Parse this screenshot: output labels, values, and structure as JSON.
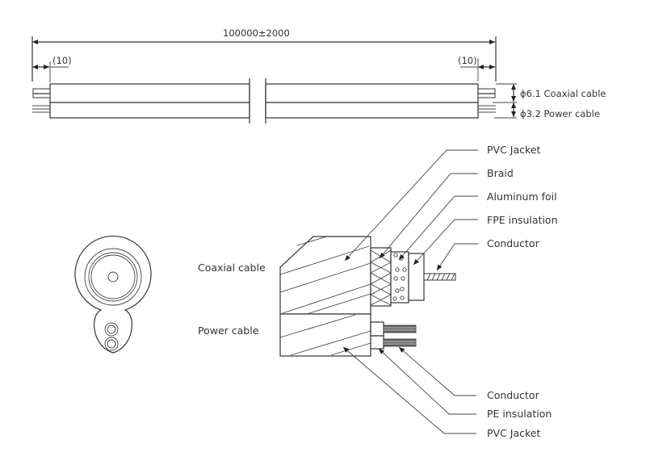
{
  "dimensions": {
    "total_length": "100000±2000",
    "left_strip": "(10)",
    "right_strip": "(10)",
    "coaxial_diameter": "ϕ6.1 Coaxial cable",
    "power_diameter": "ϕ3.2 Power cable"
  },
  "cross_section": {
    "coaxial_label": "Coaxial cable",
    "power_label": "Power cable"
  },
  "callouts_top": [
    {
      "label": "PVC Jacket"
    },
    {
      "label": "Braid"
    },
    {
      "label": "Aluminum foil"
    },
    {
      "label": "FPE insulation"
    },
    {
      "label": "Conductor"
    }
  ],
  "callouts_bottom": [
    {
      "label": "Conductor"
    },
    {
      "label": "PE insulation"
    },
    {
      "label": "PVC Jacket"
    }
  ]
}
